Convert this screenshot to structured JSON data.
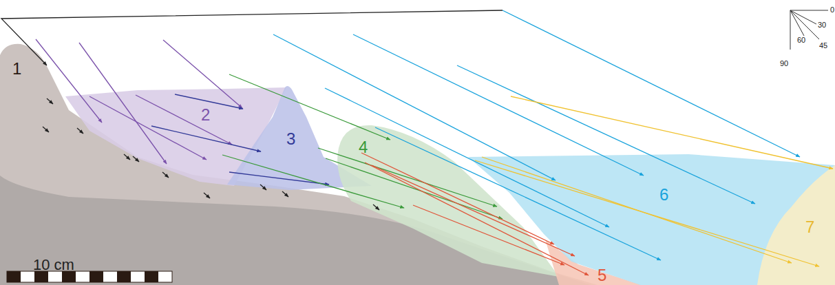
{
  "diagram": {
    "nodes": [
      {
        "text": [
          "1"
        ]
      },
      {
        "text": [
          "2"
        ]
      },
      {
        "text": [
          "3"
        ]
      },
      {
        "text": [
          "4"
        ]
      },
      {
        "text": [
          "5"
        ]
      },
      {
        "text": [
          "6"
        ]
      },
      {
        "text": [
          "7"
        ]
      }
    ],
    "labels": [
      "10 cm",
      "0",
      "30",
      "45",
      "60",
      "90"
    ]
  }
}
